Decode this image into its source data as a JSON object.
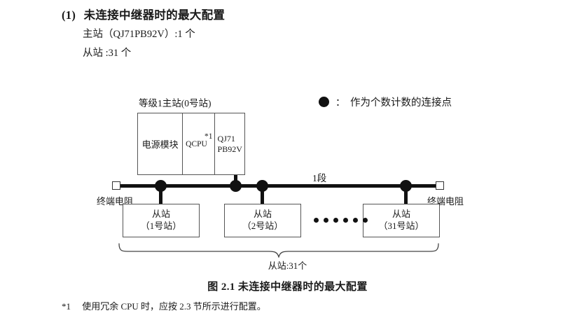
{
  "section": {
    "number": "(1)",
    "title": "未连接中继器时的最大配置",
    "line1": "主站（QJ71PB92V）:1 个",
    "line2": "从站 :31 个"
  },
  "legend": {
    "symbol": "filled-circle",
    "separator": "：",
    "text": "作为个数计数的连接点"
  },
  "diagram": {
    "master": {
      "label": "等级1主站(0号站)",
      "cells": [
        {
          "name": "power-module",
          "text": "电源模块"
        },
        {
          "name": "cpu-module",
          "text": "QCPU",
          "note": "*1"
        },
        {
          "name": "network-module",
          "line1": "QJ71",
          "line2": "PB92V"
        }
      ]
    },
    "segment_label": "1段",
    "terminator_left": "终端电阻",
    "terminator_right": "终端电阻",
    "slaves": [
      {
        "name": "从站",
        "station": "（1号站）"
      },
      {
        "name": "从站",
        "station": "（2号站）"
      },
      {
        "name": "从站",
        "station": "（31号站）"
      }
    ],
    "ellipsis_dot_count": 6,
    "brace_label": "从站:31个"
  },
  "figure_caption": "图 2.1  未连接中继器时的最大配置",
  "footnote": {
    "mark": "*1",
    "text": "使用冗余 CPU 时，应按 2.3 节所示进行配置。"
  },
  "colors": {
    "ink": "#1a1a1a",
    "line": "#555555",
    "bus": "#111111",
    "background": "#ffffff"
  }
}
